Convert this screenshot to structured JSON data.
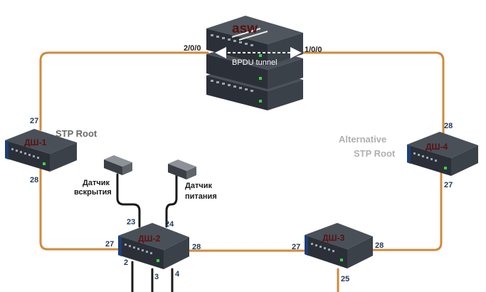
{
  "colors": {
    "link": "#d08a3c",
    "sensor_cable": "#1a1a1a",
    "switch_top": "#4a5058",
    "switch_front": "#2b3038",
    "switch_edge": "#1d3f78",
    "label_dark": "#5a1010",
    "label_gray_strong": "#6a6a6a",
    "label_gray_light": "#b0b0b0",
    "port_text": "#1f3a5a"
  },
  "diagram": {
    "asw": {
      "name": "asw",
      "port_left": "2/0/0",
      "port_right": "1/0/0",
      "tunnel_label": "BPDU tunnel"
    },
    "dsh1": {
      "name": "ДШ-1",
      "role": "STP Root",
      "port_up": "27",
      "port_down": "28"
    },
    "dsh4": {
      "name": "ДШ-4",
      "role_line1": "Alternative",
      "role_line2": "STP Root",
      "port_up": "28",
      "port_down": "27"
    },
    "dsh2": {
      "name": "ДШ-2",
      "port_left": "27",
      "port_right": "28",
      "port_23": "23",
      "port_24": "24",
      "port_2": "2",
      "port_3": "3",
      "port_4": "4"
    },
    "dsh3": {
      "name": "ДШ-3",
      "port_left": "27",
      "port_right": "28",
      "port_down": "25"
    },
    "sensor_open": {
      "line1": "Датчик",
      "line2": "вскрытия",
      "icon": "sensor-device-icon"
    },
    "sensor_power": {
      "line1": "Датчик",
      "line2": "питания",
      "icon": "sensor-device-icon"
    }
  }
}
